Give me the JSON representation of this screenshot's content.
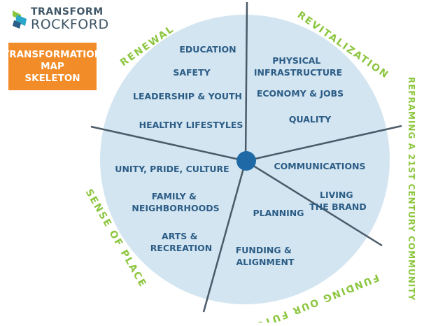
{
  "logo": {
    "line1": "TRANSFORM",
    "line2": "ROCKFORD",
    "badge_lines": [
      "TRANSFORMATION",
      "MAP",
      "SKELETON"
    ]
  },
  "colors": {
    "wheel": "#d3e5f1",
    "spoke": "#4a5a68",
    "hub": "#1f6aa6",
    "category_text": "#8cc63f",
    "item_text": "#2c5d86",
    "badge": "#f28c28",
    "logo_text": "#3f5666"
  },
  "categories": [
    {
      "name": "RENEWAL",
      "items": [
        "EDUCATION",
        "SAFETY",
        "LEADERSHIP & YOUTH",
        "HEALTHY LIFESTYLES"
      ]
    },
    {
      "name": "REVITALIZATION",
      "items": [
        "PHYSICAL INFRASTRUCTURE",
        "ECONOMY & JOBS",
        "QUALITY"
      ]
    },
    {
      "name": "REFRAMING A 21ST CENTURY COMMUNITY",
      "items": [
        "COMMUNICATIONS",
        "LIVING THE BRAND"
      ]
    },
    {
      "name": "FUNDING OUR FUTURE",
      "items": [
        "PLANNING",
        "FUNDING & ALIGNMENT"
      ]
    },
    {
      "name": "SENSE OF PLACE",
      "items": [
        "UNITY, PRIDE, CULTURE",
        "FAMILY & NEIGHBORHOODS",
        "ARTS & RECREATION"
      ]
    }
  ]
}
